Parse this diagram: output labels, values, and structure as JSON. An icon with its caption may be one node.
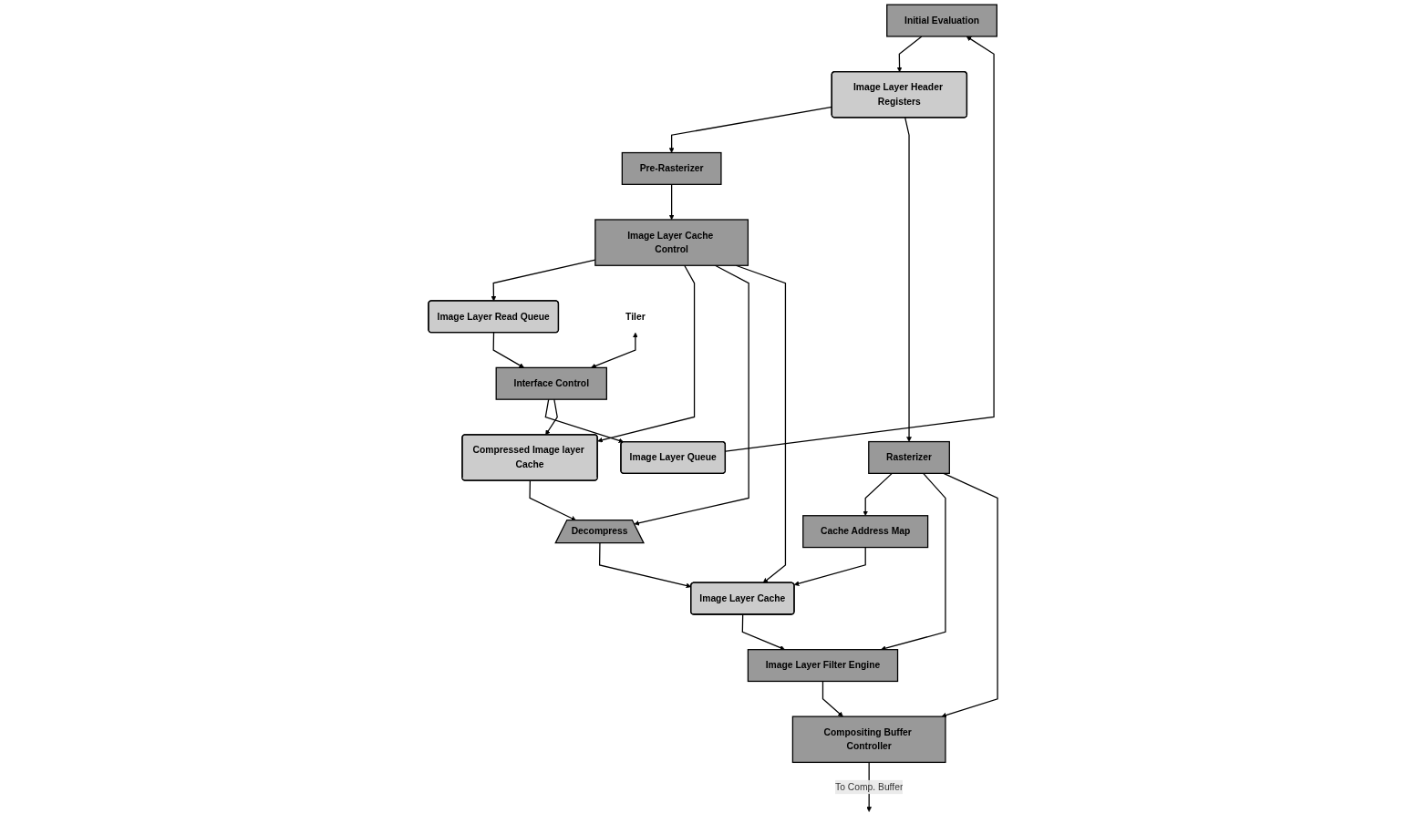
{
  "diagram": {
    "nodes": [
      {
        "text": [
          "Initial Evaluation"
        ]
      },
      {
        "text": [
          "Image Layer Header Registers"
        ]
      },
      {
        "text": [
          "Pre-Rasterizer"
        ]
      },
      {
        "text": [
          "Image Layer Queue"
        ]
      },
      {
        "text": [
          "Image Layer Read Queue"
        ]
      },
      {
        "text": [
          "Image Layer Cache Control"
        ]
      },
      {
        "text": [
          "Cache Address Map"
        ]
      },
      {
        "text": [
          "Rasterizer"
        ]
      },
      {
        "text": [
          "Tiler"
        ]
      },
      {
        "text": [
          "Interface Control"
        ]
      },
      {
        "text": [
          "Compressed Image layer Cache"
        ]
      },
      {
        "text": [
          "Decompress"
        ]
      },
      {
        "text": [
          "Image Layer Cache"
        ]
      },
      {
        "text": [
          "Image Layer Filter Engine"
        ]
      },
      {
        "text": [
          "Compositing Buffer Controller"
        ]
      }
    ],
    "edges": [
      {
        "from": 0,
        "to": 1,
        "arrow": "to"
      },
      {
        "from": 1,
        "to": 2,
        "arrow": "to"
      },
      {
        "from": 1,
        "to": 7,
        "arrow": "to"
      },
      {
        "from": 2,
        "to": 5,
        "arrow": "to"
      },
      {
        "from": 3,
        "to": 0,
        "arrow": "to"
      },
      {
        "from": 9,
        "to": 3,
        "arrow": "to"
      },
      {
        "from": 5,
        "to": 4,
        "arrow": "to"
      },
      {
        "from": 4,
        "to": 9,
        "arrow": "to"
      },
      {
        "from": 5,
        "to": 10,
        "arrow": "to"
      },
      {
        "from": 5,
        "to": 11,
        "arrow": "to"
      },
      {
        "from": 5,
        "to": 12,
        "arrow": "to"
      },
      {
        "from": 8,
        "to": 9,
        "arrow": "both"
      },
      {
        "from": 9,
        "to": 10,
        "arrow": "to"
      },
      {
        "from": 10,
        "to": 11,
        "arrow": "to"
      },
      {
        "from": 11,
        "to": 12,
        "arrow": "to"
      },
      {
        "from": 12,
        "to": 13,
        "arrow": "to"
      },
      {
        "from": 7,
        "to": 6,
        "arrow": "to"
      },
      {
        "from": 6,
        "to": 12,
        "arrow": "to"
      },
      {
        "from": 7,
        "to": 13,
        "arrow": "to"
      },
      {
        "from": 7,
        "to": 14,
        "arrow": "to"
      },
      {
        "from": 13,
        "to": 14,
        "arrow": "to"
      },
      {
        "from": 14,
        "to": null,
        "label": "To Comp. Buffer",
        "arrow": "to"
      }
    ]
  }
}
